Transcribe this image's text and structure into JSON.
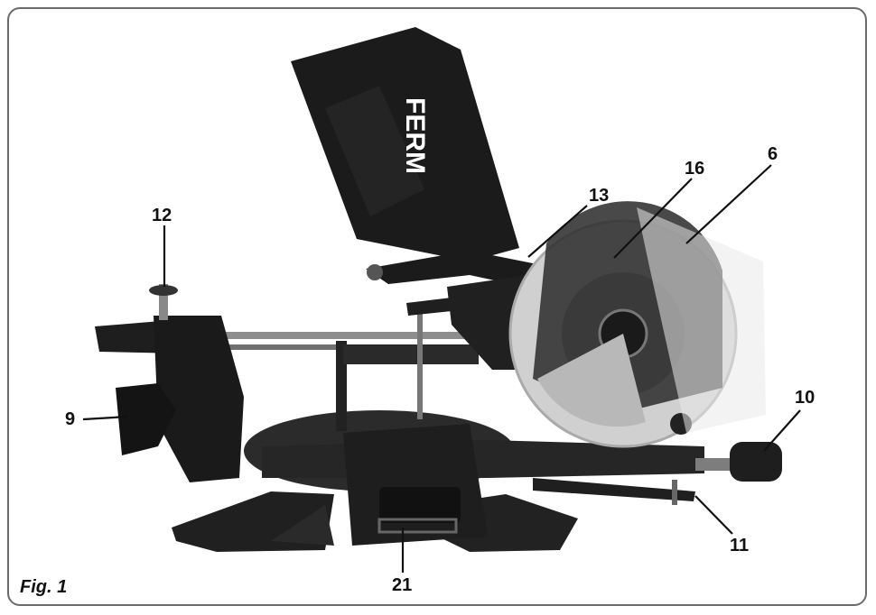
{
  "figure": {
    "caption": "Fig. 1",
    "brand_logo": "FERM",
    "callouts": [
      "12",
      "13",
      "16",
      "6",
      "9",
      "10",
      "11",
      "21"
    ]
  },
  "colors": {
    "frame": "#6b6b6b",
    "machine_dark": "#1c1c1c",
    "machine_mid": "#3a3a3a",
    "steel": "#9a9a9a",
    "blade_guard": "#d6d6d6"
  }
}
